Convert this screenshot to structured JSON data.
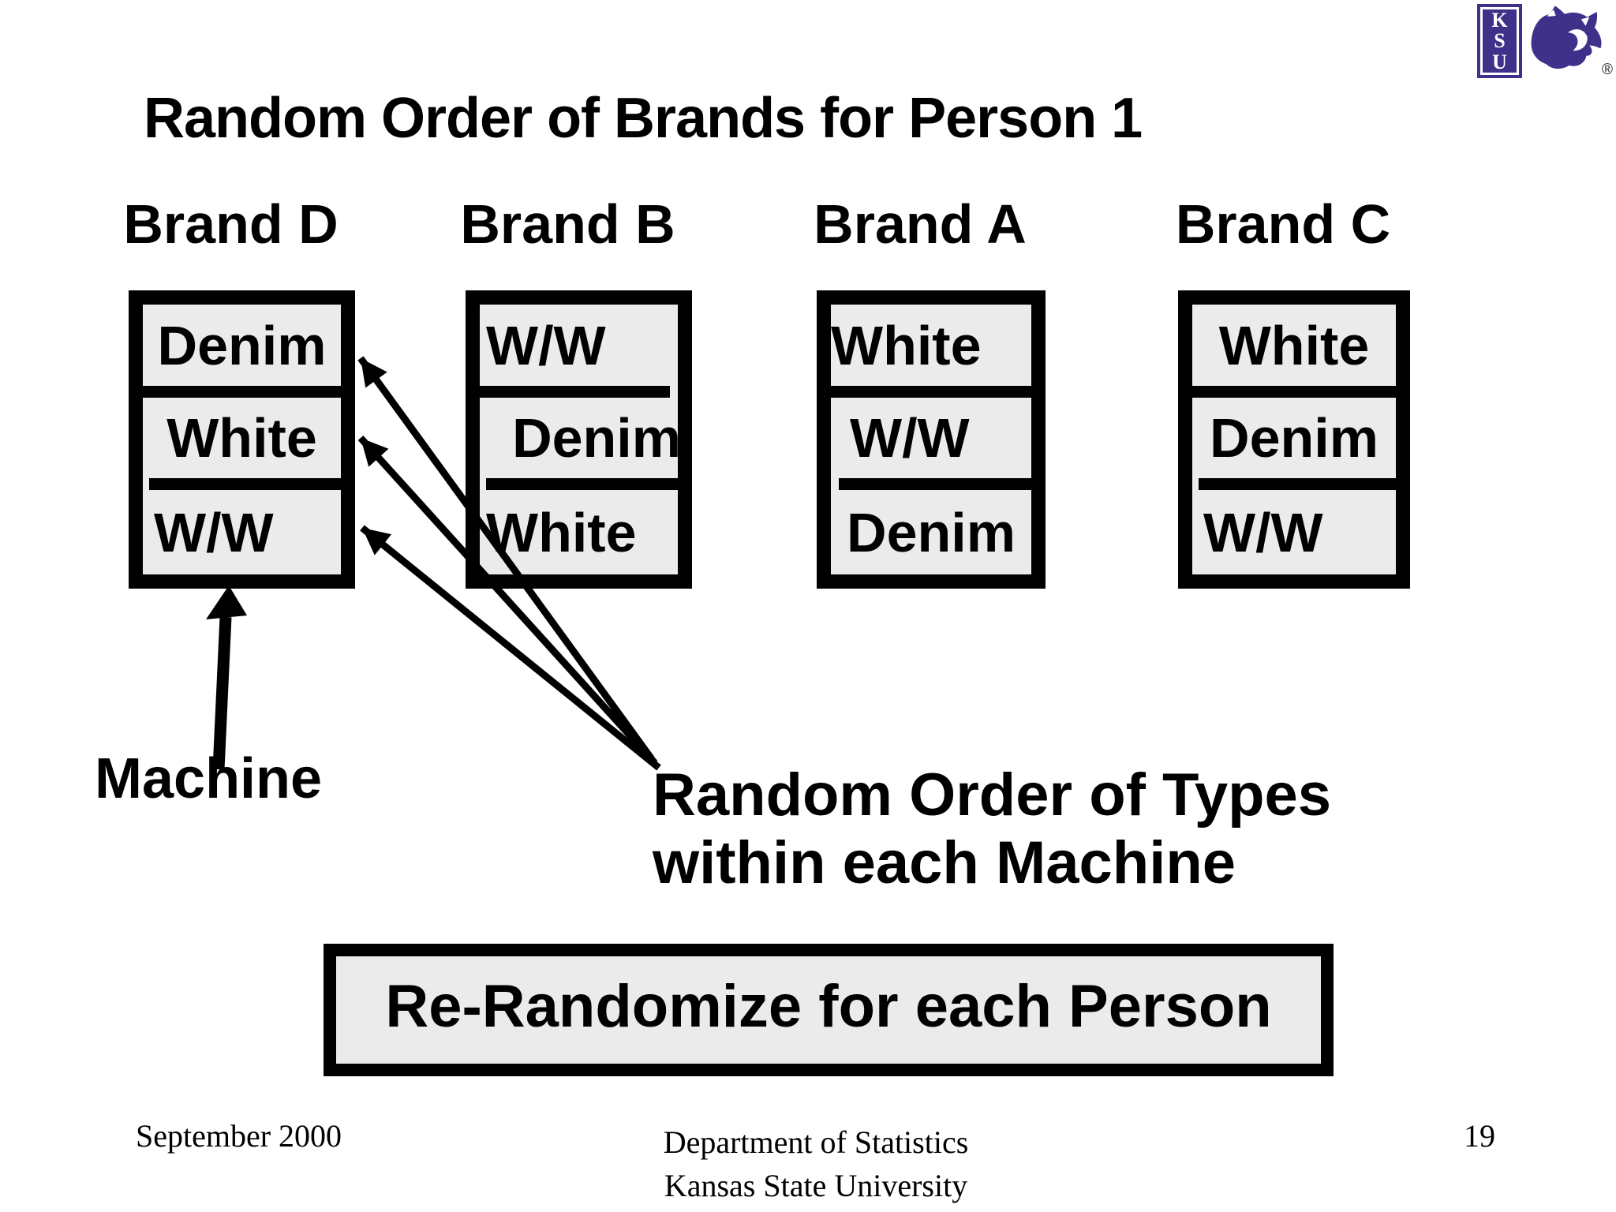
{
  "slide": {
    "title": "Random Order of Brands for Person 1",
    "machines": [
      {
        "label": "Brand D",
        "cells": [
          "Denim",
          "White",
          "W/W"
        ]
      },
      {
        "label": "Brand B",
        "cells": [
          "W/W",
          "Denim",
          "White"
        ]
      },
      {
        "label": "Brand A",
        "cells": [
          "White",
          "W/W",
          "Denim"
        ]
      },
      {
        "label": "Brand C",
        "cells": [
          "White",
          "Denim",
          "W/W"
        ]
      }
    ],
    "machine_note": "Machine",
    "types_note_line1": "Random Order of Types",
    "types_note_line2": "within each Machine",
    "rerandomize_label": "Re-Randomize for each Person",
    "footer": {
      "date": "September 2000",
      "org_line1": "Department of Statistics",
      "org_line2": "Kansas State University",
      "page": "19"
    },
    "logo": {
      "letters": [
        "K",
        "S",
        "U"
      ],
      "registered": "®"
    },
    "colors": {
      "text": "#000000",
      "box_fill": "#ebebeb",
      "logo_purple": "#3f3189"
    }
  }
}
